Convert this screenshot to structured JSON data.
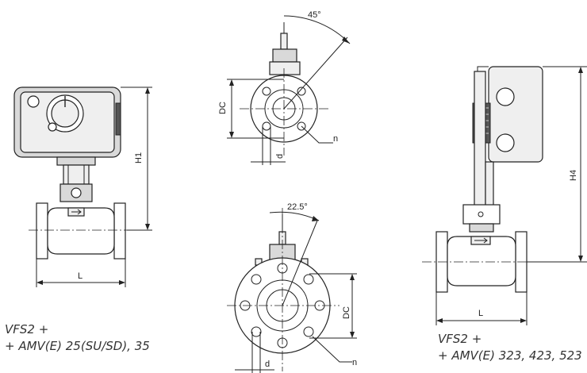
{
  "labels": {
    "h1": "H1",
    "h4": "H4",
    "l_left": "L",
    "l_right": "L",
    "dc_top": "DC",
    "dc_bottom": "DC",
    "d_top": "d",
    "d_bottom": "d",
    "n_top": "n",
    "n_bottom": "n",
    "angle_top": "45°",
    "angle_bottom": "22.5°"
  },
  "captions": {
    "left_line1": "VFS2 +",
    "left_line2": "+ AMV(E) 25(SU/SD), 35",
    "right_line1": "VFS2 +",
    "right_line2": "+ AMV(E) 323, 423, 523"
  }
}
